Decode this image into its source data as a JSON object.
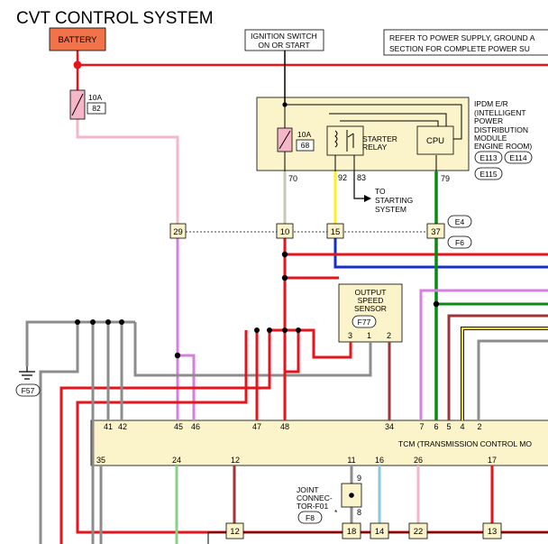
{
  "title": "CVT CONTROL SYSTEM",
  "battery_label": "BATTERY",
  "ignition": {
    "line1": "IGNITION SWITCH",
    "line2": "ON OR START"
  },
  "refer_note": {
    "line1": "REFER TO POWER SUPPLY, GROUND A",
    "line2": "SECTION FOR COMPLETE POWER SU"
  },
  "fuse_top": {
    "amp": "10A",
    "num": "82"
  },
  "ipdm": {
    "label_lines": [
      "IPDM E/R",
      "(INTELLIGENT",
      "POWER",
      "DISTRIBUTION",
      "MODULE",
      "ENGINE ROOM)"
    ],
    "connectors": [
      "E113",
      "E114",
      "E115"
    ],
    "fuse_amp": "10A",
    "fuse_num": "68",
    "relay_line1": "STARTER",
    "relay_line2": "RELAY",
    "cpu": "CPU",
    "pins": [
      "70",
      "92",
      "83",
      "79"
    ]
  },
  "starting_system": {
    "line1": "TO",
    "line2": "STARTING",
    "line3": "SYSTEM"
  },
  "connector_boxes": [
    "29",
    "10",
    "15",
    "37"
  ],
  "connector_labels": [
    "E4",
    "F6"
  ],
  "output_speed_sensor": {
    "line1": "OUTPUT",
    "line2": "SPEED",
    "line3": "SENSOR",
    "connector": "F77",
    "pins": [
      "3",
      "1",
      "2"
    ]
  },
  "ground_connector": "F57",
  "tcm": {
    "label": "TCM (TRANSMISSION CONTROL MO",
    "top_pins": [
      "41",
      "42",
      "45",
      "46",
      "47",
      "48",
      "34",
      "7",
      "6",
      "5",
      "4",
      "2"
    ],
    "bottom_pins": [
      "35",
      "24",
      "12",
      "11",
      "16",
      "26",
      "17"
    ]
  },
  "joint_connector": {
    "line1": "JOINT",
    "line2": "CONNEC-",
    "line3": "TOR-F01",
    "star": "*",
    "connector": "F8",
    "pins": [
      "9",
      "8"
    ]
  },
  "bottom_boxes": [
    "12",
    "18",
    "14",
    "22",
    "13"
  ],
  "colors": {
    "red": "#e8141c",
    "pink": "#f5b7c8",
    "violet": "#d67fe0",
    "green": "#0a8a10",
    "light_green": "#8ad08a",
    "blue": "#1530c8",
    "brown": "#a03438",
    "gray": "#8c8c8c",
    "yellow": "#ffee22",
    "light_blue": "#88c8e6",
    "box_fill": "#fbf3c9",
    "battery_fill": "#f2734a"
  }
}
